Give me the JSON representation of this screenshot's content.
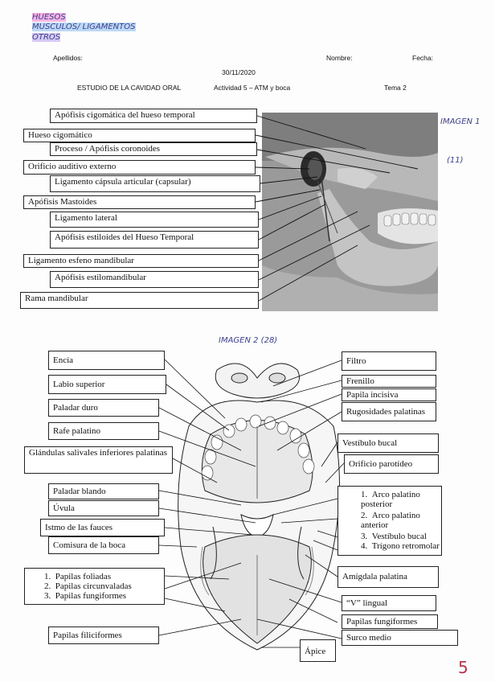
{
  "handwritten": {
    "line1": "HUESOS",
    "line2": "MUSCULOS/ LIGAMENTOS",
    "line3": "OTROS",
    "image1_tag": "IMAGEN 1",
    "image1_count": "(11)",
    "image2_tag": "IMAGEN 2 (28)",
    "page_number": "5"
  },
  "header": {
    "apellidos": "Apellidos:",
    "nombre": "Nombre:",
    "fecha": "Fecha:",
    "date": "30/11/2020",
    "title": "ESTUDIO DE LA CAVIDAD ORAL",
    "activity": "Actividad 5 – ATM y boca",
    "tema": "Tema 2"
  },
  "figure1_labels": [
    "Apófisis cigomática del hueso temporal",
    "Hueso cigomático",
    "Proceso / Apófisis coronoides",
    "Orificio auditivo externo",
    "Ligamento cápsula articular (capsular)",
    "Apófisis Mastoides",
    "Ligamento lateral",
    "Apófisis estiloides del Hueso Temporal",
    "Ligamento esfeno mandibular",
    "Apófisis estilomandibular",
    "Rama mandibular"
  ],
  "figure2_left": [
    "Encía",
    "Labio superior",
    "Paladar duro",
    "Rafe palatino",
    "Glándulas salivales inferiores palatinas",
    "Paladar blando",
    "Úvula",
    "Istmo de las fauces",
    "Comisura de la boca"
  ],
  "figure2_left_list": [
    "Papilas foliadas",
    "Papilas circunvaladas",
    "Papilas fungiformes"
  ],
  "figure2_bottom_left": "Papilas filiciformes",
  "figure2_right": [
    "Filtro",
    "Frenillo",
    "Papila incisiva",
    "Rugosidades palatinas",
    "Vestíbulo bucal",
    "Orificio parotídeo"
  ],
  "figure2_right_list": [
    "Arco palatino posterior",
    "Arco palatino anterior",
    "Vestíbulo bucal",
    "Trígono retromolar"
  ],
  "figure2_right_bottom": [
    "Amígdala palatina",
    "“V” lingual",
    "Papilas fungiformes",
    "Surco medio",
    "Ápice"
  ]
}
